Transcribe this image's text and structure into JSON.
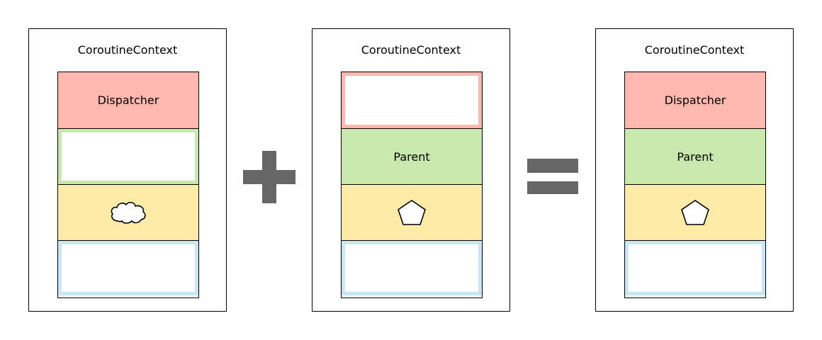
{
  "panels": [
    {
      "title": "CoroutineContext",
      "slots": {
        "dispatcher": "Dispatcher",
        "parent": "",
        "element3_icon": "cloud-icon",
        "element4": ""
      }
    },
    {
      "title": "CoroutineContext",
      "slots": {
        "dispatcher": "",
        "parent": "Parent",
        "element3_icon": "pentagon-icon",
        "element4": ""
      }
    },
    {
      "title": "CoroutineContext",
      "slots": {
        "dispatcher": "Dispatcher",
        "parent": "Parent",
        "element3_icon": "pentagon-icon",
        "element4": ""
      }
    }
  ],
  "operators": {
    "plus": "plus-icon",
    "equals": "equals-icon"
  },
  "colors": {
    "dispatcher": "#ffb8ad",
    "parent": "#c8e8ad",
    "element3": "#ffeba8",
    "element4": "#c8e6f5",
    "operator": "#666666"
  }
}
